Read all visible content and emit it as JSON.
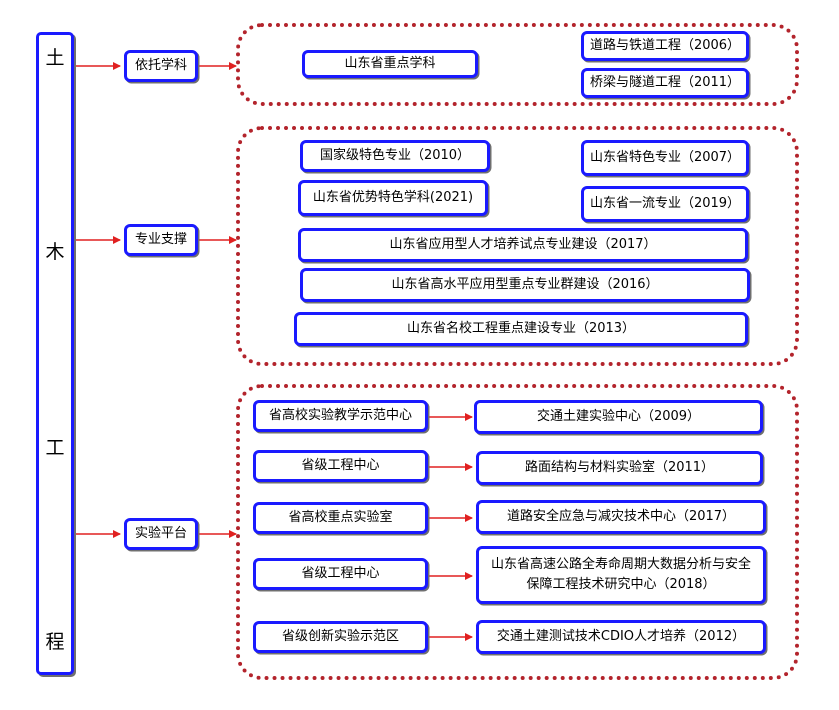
{
  "root": {
    "chars": [
      "土",
      "木",
      "工",
      "程"
    ]
  },
  "colors": {
    "border": "#1a1aff",
    "arrow": "#e02020",
    "group_border": "#b3242c"
  },
  "branches": [
    {
      "label": "依托学科",
      "items": [
        {
          "text": "山东省重点学科"
        },
        {
          "text": "道路与铁道工程（2006）"
        },
        {
          "text": "桥梁与隧道工程（2011）"
        }
      ]
    },
    {
      "label": "专业支撑",
      "items": [
        {
          "text": "国家级特色专业（2010）"
        },
        {
          "text": "山东省特色专业（2007）"
        },
        {
          "text": "山东省优势特色学科(2021)"
        },
        {
          "text": "山东省一流专业（2019）"
        },
        {
          "text": "山东省应用型人才培养试点专业建设（2017）"
        },
        {
          "text": "山东省高水平应用型重点专业群建设（2016）"
        },
        {
          "text": "山东省名校工程重点建设专业（2013）"
        }
      ]
    },
    {
      "label": "实验平台",
      "rows": [
        {
          "left": "省高校实验教学示范中心",
          "right": "交通土建实验中心（2009）"
        },
        {
          "left": "省级工程中心",
          "right": "路面结构与材料实验室（2011）"
        },
        {
          "left": "省高校重点实验室",
          "right": "道路安全应急与减灾技术中心（2017）"
        },
        {
          "left": "省级工程中心",
          "right_line1": "山东省高速公路全寿命周期大数据分析与安全",
          "right_line2": "保障工程技术研究中心（2018）"
        },
        {
          "left": "省级创新实验示范区",
          "right": "交通土建测试技术CDIO人才培养（2012）"
        }
      ]
    }
  ]
}
